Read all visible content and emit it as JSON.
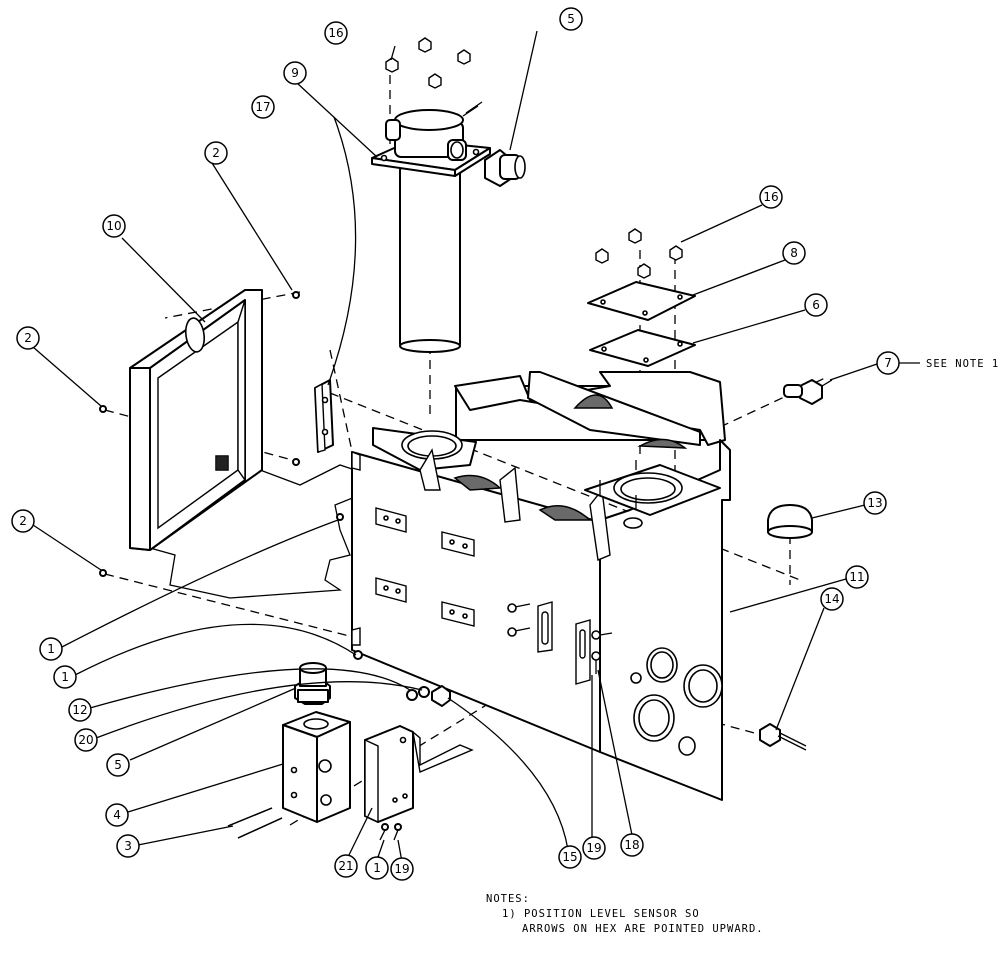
{
  "balloons": [
    {
      "id": "16a",
      "label": "16"
    },
    {
      "id": "5a",
      "label": "5"
    },
    {
      "id": "9",
      "label": "9"
    },
    {
      "id": "17",
      "label": "17"
    },
    {
      "id": "2a",
      "label": "2"
    },
    {
      "id": "10",
      "label": "10"
    },
    {
      "id": "2b",
      "label": "2"
    },
    {
      "id": "2c",
      "label": "2"
    },
    {
      "id": "16b",
      "label": "16"
    },
    {
      "id": "8",
      "label": "8"
    },
    {
      "id": "6",
      "label": "6"
    },
    {
      "id": "7",
      "label": "7"
    },
    {
      "id": "13",
      "label": "13"
    },
    {
      "id": "11",
      "label": "11"
    },
    {
      "id": "14",
      "label": "14"
    },
    {
      "id": "1a",
      "label": "1"
    },
    {
      "id": "1b",
      "label": "1"
    },
    {
      "id": "12",
      "label": "12"
    },
    {
      "id": "20",
      "label": "20"
    },
    {
      "id": "5b",
      "label": "5"
    },
    {
      "id": "4",
      "label": "4"
    },
    {
      "id": "3",
      "label": "3"
    },
    {
      "id": "21",
      "label": "21"
    },
    {
      "id": "1c",
      "label": "1"
    },
    {
      "id": "19a",
      "label": "19"
    },
    {
      "id": "15",
      "label": "15"
    },
    {
      "id": "19b",
      "label": "19"
    },
    {
      "id": "18",
      "label": "18"
    }
  ],
  "callout_7_note": "SEE NOTE 1",
  "notes": {
    "heading": "NOTES:",
    "line1": "1) POSITION LEVEL SENSOR SO",
    "line2": "ARROWS ON HEX ARE POINTED UPWARD."
  }
}
